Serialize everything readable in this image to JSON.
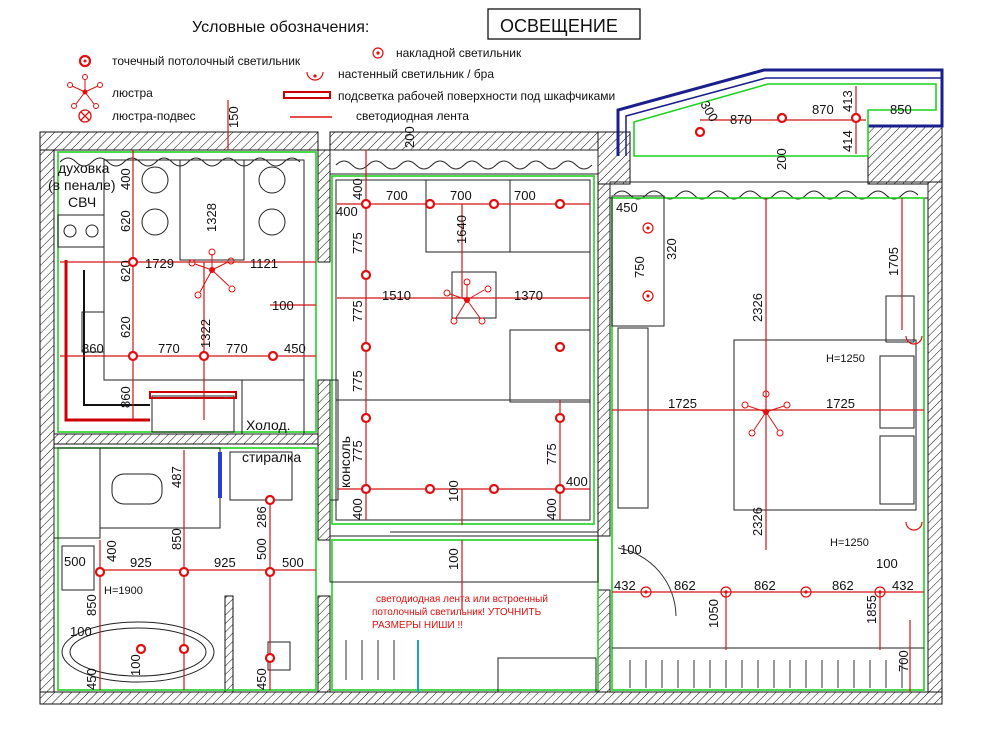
{
  "header": {
    "legend_title": "Условные обозначения:",
    "sheet_title": "ОСВЕЩЕНИЕ"
  },
  "legend": {
    "spot_ceiling": "точечный потолочный светильник",
    "surface_light": "накладной светильник",
    "chandelier": "люстра",
    "wall_light": "настенный светильник / бра",
    "pendant": "люстра-подвес",
    "under_cabinet": "подсветка рабочей поверхности под шкафчиками",
    "led_strip": "светодиодная лента"
  },
  "rooms": {
    "oven": "духовка\n(в пенале)",
    "oven_line1": "духовка",
    "oven_line2": "(в пенале)",
    "microwave": "СВЧ",
    "fridge": "Холод.",
    "washer": "стиралка",
    "console": "консоль"
  },
  "note": {
    "line1": "светодиодная лента или встроенный",
    "line2": "потолочный светильник! УТОЧНИТЬ",
    "line3": "РАЗМЕРЫ НИШИ !!"
  },
  "height_marks": {
    "bathroom": "H=1900",
    "bedroom_top": "H=1250",
    "bedroom_bottom": "H=1250"
  },
  "dimensions": {
    "kitchen": {
      "d150": "150",
      "d400": "400",
      "d620a": "620",
      "d620b": "620",
      "d620c": "620",
      "d1328": "1328",
      "d1729": "1729",
      "d1121": "1121",
      "d100": "100",
      "d1322": "1322",
      "d860a": "860",
      "d770a": "770",
      "d770b": "770",
      "d450": "450",
      "d860b": "860"
    },
    "living": {
      "d200": "200",
      "d400t": "400",
      "d700a": "700",
      "d700b": "700",
      "d700c": "700",
      "d400l": "400",
      "d1640": "1640",
      "d775a": "775",
      "d775b": "775",
      "d1510": "1510",
      "d1370": "1370",
      "d775c": "775",
      "d775d": "775",
      "d775e": "775",
      "d100": "100",
      "d400b": "400",
      "d400r": "400",
      "d400br": "400"
    },
    "balcony": {
      "d300": "300",
      "d870a": "870",
      "d870b": "870",
      "d850": "850",
      "d413": "413",
      "d414": "414"
    },
    "bedroom": {
      "d200": "200",
      "d450": "450",
      "d320": "320",
      "d750": "750",
      "d1705": "1705",
      "d2326a": "2326",
      "d1725a": "1725",
      "d1725b": "1725",
      "d2326b": "2326",
      "d100a": "100",
      "d432a": "432",
      "d862a": "862",
      "d862b": "862",
      "d862c": "862",
      "d432b": "432",
      "d100b": "100",
      "d1050": "1050",
      "d1855": "1855",
      "d700": "700"
    },
    "bathroom": {
      "d487": "487",
      "d286": "286",
      "d850a": "850",
      "d500a": "500",
      "d400": "400",
      "d925a": "925",
      "d925b": "925",
      "d500b": "500",
      "d500c": "500",
      "d850b": "850",
      "d100": "100",
      "d450": "450",
      "d100b": "100",
      "d450b": "450"
    }
  },
  "colors": {
    "led_green": "#1fd21f",
    "light_red": "#e01010",
    "wall_hatch": "#111111",
    "balcony_blue": "#1a1f8c"
  }
}
